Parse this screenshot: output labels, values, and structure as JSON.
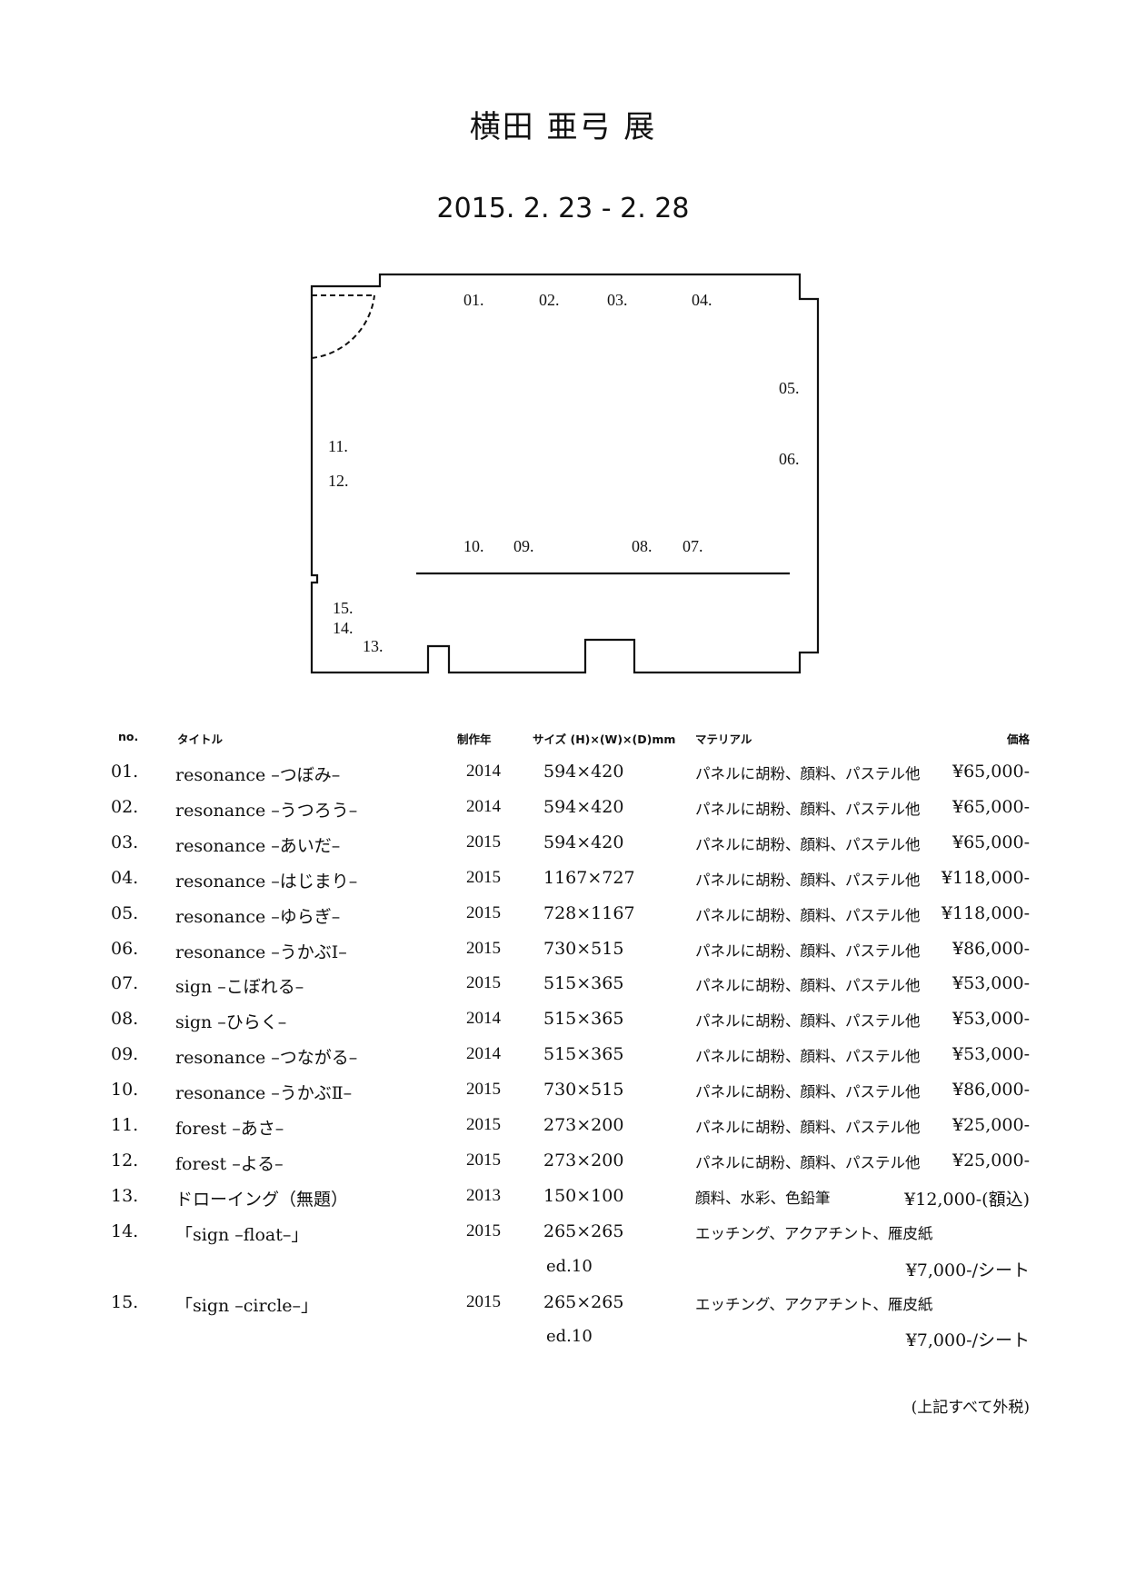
{
  "title": "横田 亜弓 展",
  "dates": "2015. 2. 23 - 2. 28",
  "floorplan_labels": {
    "01": "01.",
    "02": "02.",
    "03": "03.",
    "04": "04.",
    "05": "05.",
    "06": "06.",
    "07": "07.",
    "08": "08.",
    "09": "09.",
    "10": "10.",
    "11": "11.",
    "12": "12.",
    "13": "13.",
    "14": "14.",
    "15": "15."
  },
  "table": {
    "headers": {
      "no": "no.",
      "title": "タイトル",
      "year": "制作年",
      "size": "サイズ (H)×(W)×(D)mm",
      "material": "マテリアル",
      "price": "価格"
    },
    "rows": [
      {
        "no": "01.",
        "title": "resonance –つぼみ–",
        "year": "2014",
        "size": "594×420",
        "material": "パネルに胡粉、顔料、パステル他",
        "price": "¥65,000-"
      },
      {
        "no": "02.",
        "title": "resonance –うつろう–",
        "year": "2014",
        "size": "594×420",
        "material": "パネルに胡粉、顔料、パステル他",
        "price": "¥65,000-"
      },
      {
        "no": "03.",
        "title": "resonance –あいだ–",
        "year": "2015",
        "size": "594×420",
        "material": "パネルに胡粉、顔料、パステル他",
        "price": "¥65,000-"
      },
      {
        "no": "04.",
        "title": "resonance –はじまり–",
        "year": "2015",
        "size": "1167×727",
        "material": "パネルに胡粉、顔料、パステル他",
        "price": "¥118,000-"
      },
      {
        "no": "05.",
        "title": "resonance –ゆらぎ–",
        "year": "2015",
        "size": "728×1167",
        "material": "パネルに胡粉、顔料、パステル他",
        "price": "¥118,000-"
      },
      {
        "no": "06.",
        "title": "resonance –うかぶⅠ–",
        "year": "2015",
        "size": "730×515",
        "material": "パネルに胡粉、顔料、パステル他",
        "price": "¥86,000-"
      },
      {
        "no": "07.",
        "title": "sign –こぼれる–",
        "year": "2015",
        "size": "515×365",
        "material": "パネルに胡粉、顔料、パステル他",
        "price": "¥53,000-"
      },
      {
        "no": "08.",
        "title": "sign –ひらく–",
        "year": "2014",
        "size": "515×365",
        "material": "パネルに胡粉、顔料、パステル他",
        "price": "¥53,000-"
      },
      {
        "no": "09.",
        "title": "resonance –つながる–",
        "year": "2014",
        "size": "515×365",
        "material": "パネルに胡粉、顔料、パステル他",
        "price": "¥53,000-"
      },
      {
        "no": "10.",
        "title": "resonance –うかぶⅡ–",
        "year": "2015",
        "size": "730×515",
        "material": "パネルに胡粉、顔料、パステル他",
        "price": "¥86,000-"
      },
      {
        "no": "11.",
        "title": "forest –あさ–",
        "year": "2015",
        "size": "273×200",
        "material": "パネルに胡粉、顔料、パステル他",
        "price": "¥25,000-"
      },
      {
        "no": "12.",
        "title": "forest –よる–",
        "year": "2015",
        "size": "273×200",
        "material": "パネルに胡粉、顔料、パステル他",
        "price": "¥25,000-"
      },
      {
        "no": "13.",
        "title": "ドローイング（無題）",
        "year": "2013",
        "size": "150×100",
        "material": "顔料、水彩、色鉛筆",
        "price": "¥12,000-(額込)"
      },
      {
        "no": "14.",
        "title": "「sign –float–」",
        "year": "2015",
        "size": "265×265",
        "material": "エッチング、アクアチント、雁皮紙",
        "price": "",
        "edition": "ed.10",
        "price2": "¥7,000-/シート"
      },
      {
        "no": "15.",
        "title": "「sign –circle–」",
        "year": "2015",
        "size": "265×265",
        "material": "エッチング、アクアチント、雁皮紙",
        "price": "",
        "edition": "ed.10",
        "price2": "¥7,000-/シート"
      }
    ]
  },
  "footnote": "(上記すべて外税)"
}
